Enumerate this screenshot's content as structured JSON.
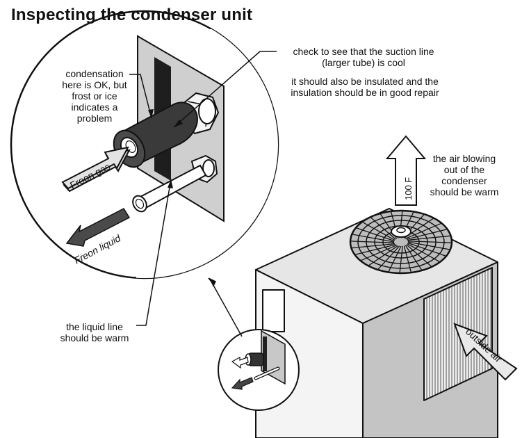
{
  "title": "Inspecting the condenser unit",
  "annotations": {
    "condensation": [
      "condensation",
      "here is OK, but",
      "frost or ice",
      "indicates a",
      "problem"
    ],
    "suction_line": [
      "check to see that the suction line",
      "(larger tube) is cool"
    ],
    "insulation": [
      "it should also be insulated and the",
      "insulation should be in good repair"
    ],
    "air_blowing": [
      "the air blowing",
      "out of the",
      "condenser",
      "should be warm"
    ],
    "liquid_line": [
      "the liquid line",
      "should be warm"
    ]
  },
  "arrow_labels": {
    "freon_gas": "Freon gas",
    "freon_liquid": "Freon liquid",
    "outside_air": "outside air",
    "temperature": "100 F"
  },
  "colors": {
    "line": "#111111",
    "insulation": "#3a3a3a",
    "panel": "#cfcfcf",
    "cabinet_top": "#e6e6e6",
    "cabinet_left": "#f4f4f4",
    "cabinet_right": "#c4c4c4",
    "arrow_fill": "#d9d9d9",
    "arrow_dark": "#4a4a4a"
  }
}
